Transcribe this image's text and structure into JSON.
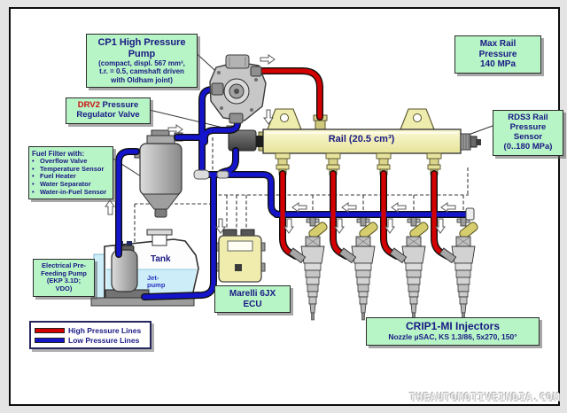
{
  "labels": {
    "cp1": {
      "title1": "CP1 High Pressure",
      "title2": "Pump",
      "sub1": "(compact, displ. 567 mm³,",
      "sub2": "t.r. = 0.5, camshaft driven",
      "sub3": "with Oldham joint)"
    },
    "drv2": {
      "code": "DRV2",
      "rest": " Pressure",
      "line2": "Regulator Valve"
    },
    "fuel_filter": {
      "title": "Fuel Filter with:",
      "bullet": "•",
      "items": [
        "Overflow Valve",
        "Temperature Sensor",
        "Fuel Heater",
        "Water Separator",
        "Water-in-Fuel Sensor"
      ]
    },
    "pre_pump": {
      "lines": [
        "Electrical Pre-",
        "Feeding Pump",
        "(EKP 3.1D;",
        "VDO)"
      ]
    },
    "max_rail": {
      "lines": [
        "Max Rail",
        "Pressure",
        "140 MPa"
      ]
    },
    "rds3": {
      "lines": [
        "RDS3 Rail",
        "Pressure",
        "Sensor",
        "(0..180 MPa)"
      ]
    },
    "rail": {
      "label": "Rail (20.5 cm³)"
    },
    "ecu": {
      "lines": [
        "Marelli 6JX",
        "ECU"
      ]
    },
    "crip1": {
      "title": "CRIP1-MI Injectors",
      "sub": "Nozzle µSAC, KS 1.3/86, 5x270, 150°"
    },
    "tank": {
      "name": "Tank",
      "jet1": "Jet-",
      "jet2": "pump"
    },
    "legend": {
      "high": "High Pressure Lines",
      "low": "Low Pressure Lines"
    },
    "watermark": "THEAUTOMOTIVEINDIA.COM"
  },
  "colors": {
    "high_pressure_line": "#d40000",
    "low_pressure_line": "#1414cc",
    "label_box_bg": "#b7f4c6",
    "text_navy": "#191984",
    "rail_yellow": "#f2efad",
    "ecu_yellow": "#f0ecae"
  }
}
